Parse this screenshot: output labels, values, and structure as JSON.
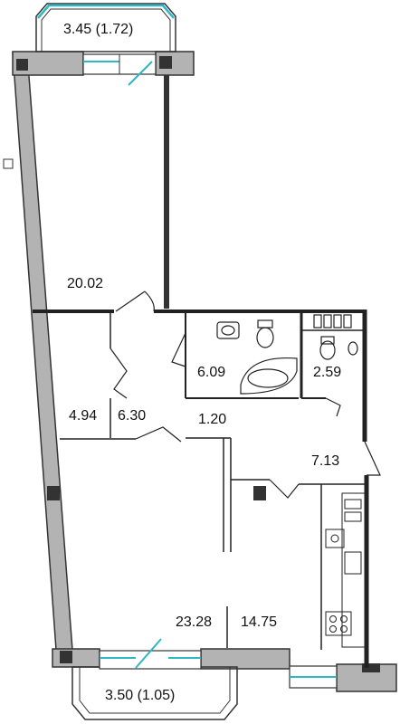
{
  "plan": {
    "balconies": {
      "top": "3.45 (1.72)",
      "bottom": "3.50 (1.05)"
    },
    "rooms": {
      "bedroom_top": "20.02",
      "bathroom": "6.09",
      "toilet": "2.59",
      "storage": "4.94",
      "dressing": "6.30",
      "hall": "1.20",
      "corridor": "7.13",
      "living_room": "23.28",
      "kitchen": "14.75"
    },
    "colors": {
      "wall_fill": "#b3b3b3",
      "wall_stroke": "#333333",
      "column": "#333333",
      "window_glass": "#2fb7c3",
      "line": "#222222"
    }
  }
}
